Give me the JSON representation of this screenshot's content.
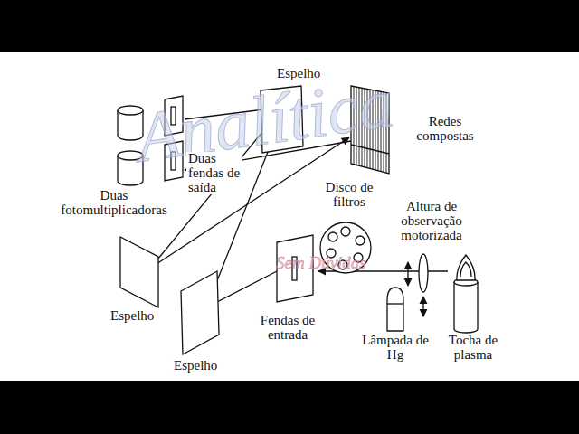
{
  "diagram": {
    "labels": [
      "Espelho",
      "Redes compostas",
      "Duas fendas de saída",
      "Duas fotomultiplicadoras",
      "Disco de filtros",
      "Altura de observação motorizada",
      "Espelho",
      "Fendas de entrada",
      "Lâmpada de Hg",
      "Tocha de plasma",
      "Espelho",
      "Analítica",
      "Sem Dúvidas"
    ]
  }
}
